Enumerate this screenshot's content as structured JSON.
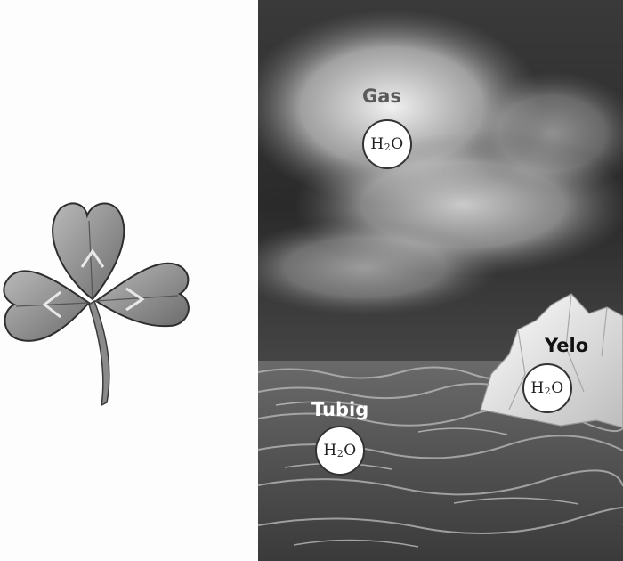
{
  "states": {
    "gas": {
      "label": "Gas",
      "formula_main": "H",
      "formula_sub": "2",
      "formula_end": "O"
    },
    "yelo": {
      "label": "Yelo",
      "formula_main": "H",
      "formula_sub": "2",
      "formula_end": "O"
    },
    "tubig": {
      "label": "Tubig",
      "formula_main": "H",
      "formula_sub": "2",
      "formula_end": "O"
    }
  },
  "colors": {
    "gas_label": "#5a5a5a",
    "yelo_label": "#111111",
    "tubig_label": "#ffffff"
  },
  "icons": [
    "clover-leaf-icon"
  ]
}
